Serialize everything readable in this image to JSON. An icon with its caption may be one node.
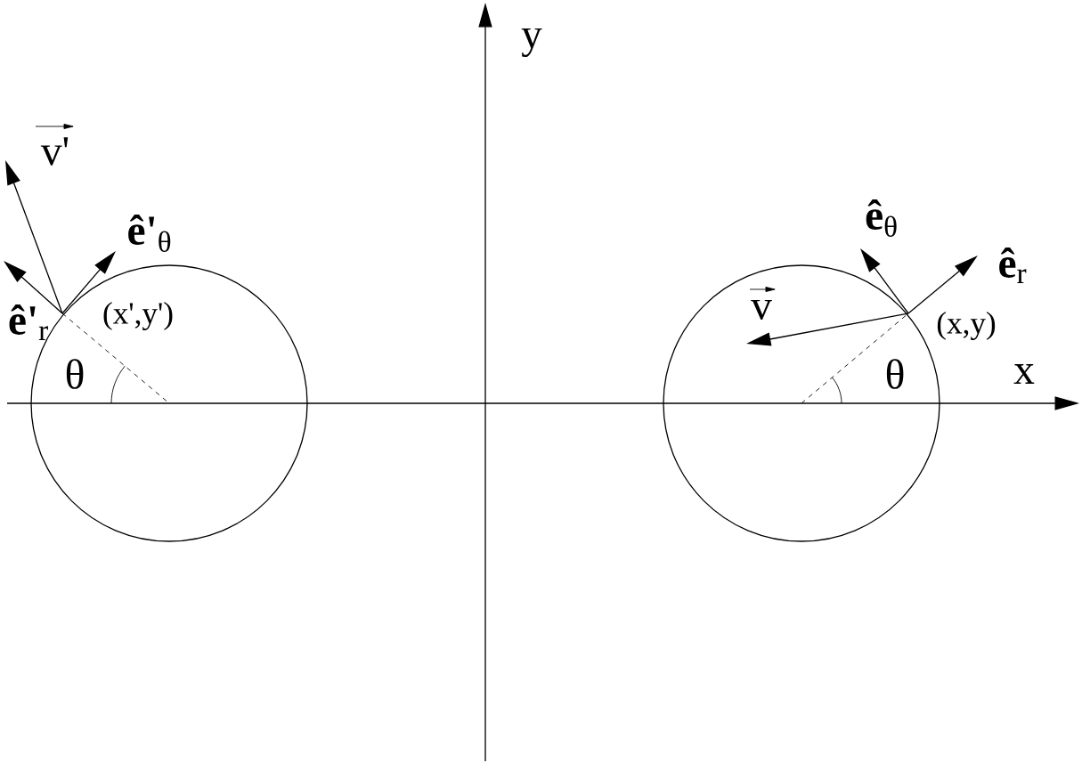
{
  "diagram": {
    "labels": [
      "y",
      "x",
      "v'",
      "**ê'**$_{θ}$",
      "**ê'**$_{r}$",
      "(x',y')",
      "θ",
      "**ê**$_{θ}$",
      "**ê**$_{r}$",
      "v",
      "(x,y)",
      "θ"
    ]
  }
}
